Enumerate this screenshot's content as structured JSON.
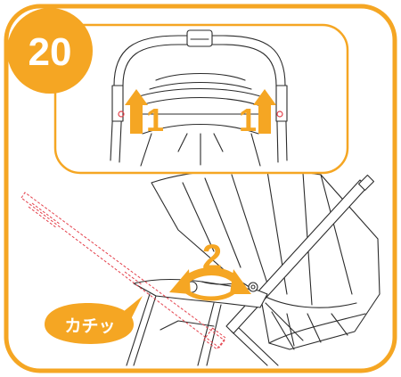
{
  "step": {
    "number": "20",
    "badge_color": "#f5a623",
    "frame_color": "#f5a623"
  },
  "detail_inset": {
    "arrow_label_left": "1",
    "arrow_label_right": "1",
    "arrow_color": "#f5a623"
  },
  "main_scene": {
    "rotate_label": "2",
    "arrow_color": "#f5a623",
    "sound_bubble": "カチッ",
    "bubble_color": "#f5a623",
    "handle_outline_color": "#e4424d"
  }
}
